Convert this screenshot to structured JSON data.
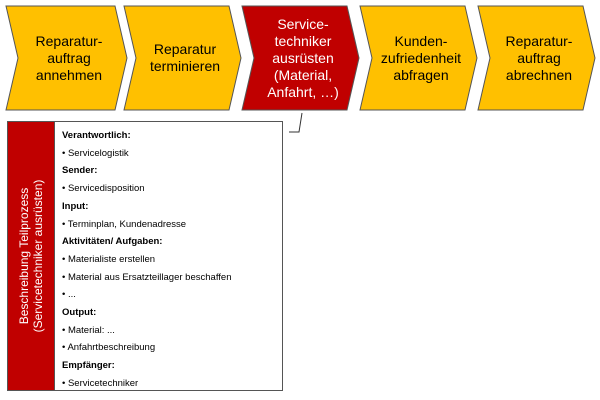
{
  "steps": [
    {
      "label": "Reparatur-\nauftrag\nannehmen",
      "active": false
    },
    {
      "label": "Reparatur\nterminieren",
      "active": false
    },
    {
      "label": "Service-\ntechniker\nausrüsten\n(Material,\nAnfahrt, …)",
      "active": true
    },
    {
      "label": "Kunden-\nzufriedenheit\nabfragen",
      "active": false
    },
    {
      "label": "Reparatur-\nauftrag\nabrechnen",
      "active": false
    }
  ],
  "colors": {
    "step": "#FFC000",
    "active": "#C00000",
    "border": "#555555"
  },
  "detail": {
    "side_title": "Beschreibung Teilprozess\n(Servicetechniker ausrüsten)",
    "sections": [
      {
        "heading": "Verantwortlich:",
        "items": [
          "• Servicelogistik"
        ]
      },
      {
        "heading": "Sender:",
        "items": [
          "•  Servicedisposition"
        ]
      },
      {
        "heading": "Input:",
        "items": [
          "• Terminplan,  Kundenadresse"
        ]
      },
      {
        "heading": "Aktivitäten/ Aufgaben:",
        "items": [
          "• Materialiste erstellen",
          "• Material aus Ersatzteillager beschaffen",
          "• ..."
        ]
      },
      {
        "heading": "Output:",
        "items": [
          "• Material: ...",
          "• Anfahrtbeschreibung"
        ]
      },
      {
        "heading": "Empfänger:",
        "items": [
          "• Servicetechniker"
        ]
      }
    ]
  }
}
